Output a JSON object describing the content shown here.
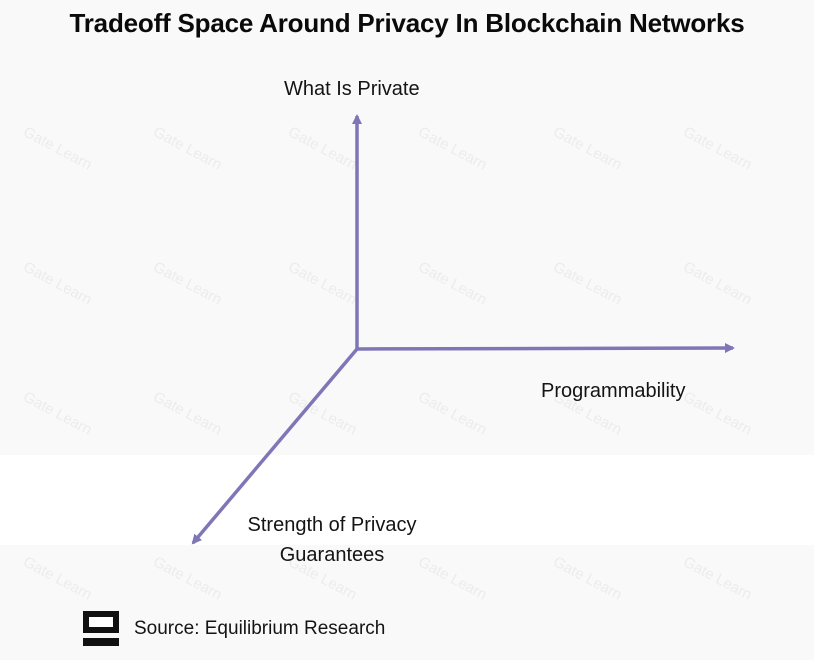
{
  "title": "Tradeoff Space Around Privacy In Blockchain Networks",
  "axes": {
    "vertical": "What Is Private",
    "horizontal": "Programmability",
    "diagonal_line1": "Strength of Privacy",
    "diagonal_line2": "Guarantees"
  },
  "colors": {
    "axis": "#7f76b8",
    "text": "#141414"
  },
  "watermark": "Gate Learn",
  "source": {
    "icon": "equilibrium-logo-icon",
    "text": "Source: Equilibrium Research"
  }
}
